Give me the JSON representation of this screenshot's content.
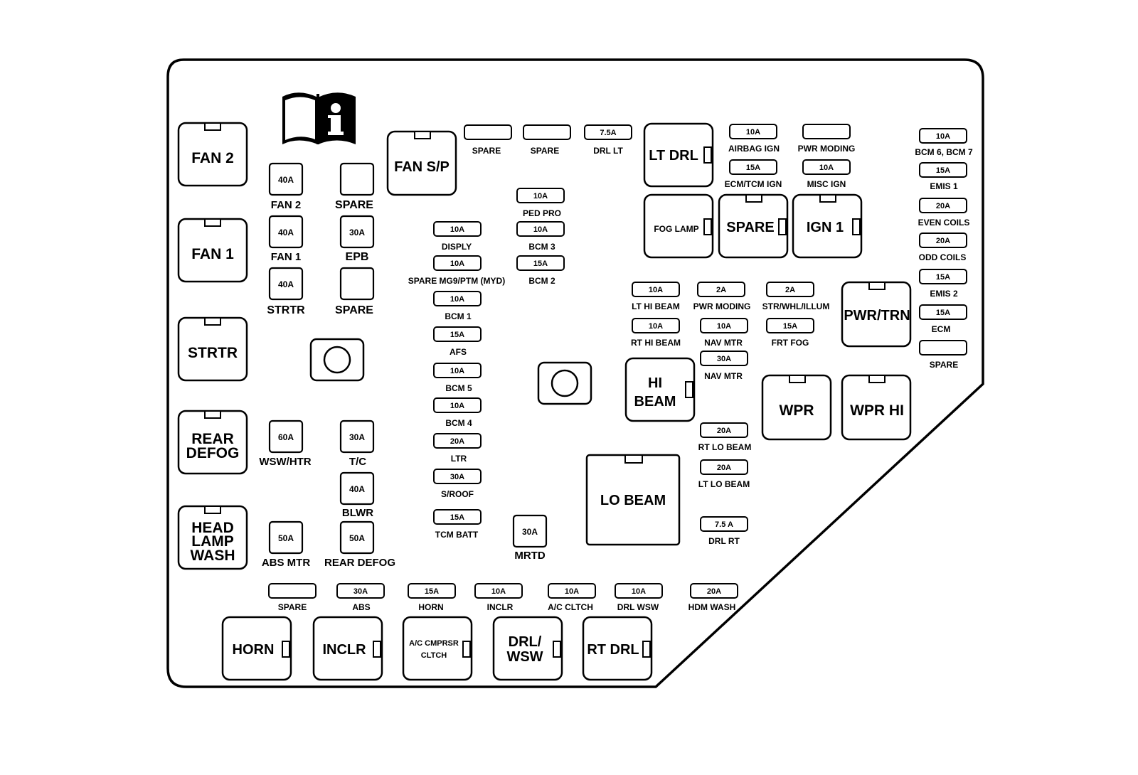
{
  "diagram": {
    "info_icon": "manual-info-icon",
    "big_relays": {
      "fan2": "FAN 2",
      "fan1": "FAN 1",
      "strtr": "STRTR",
      "rear_defog": [
        "REAR",
        "DEFOG"
      ],
      "head_lamp_wash": [
        "HEAD",
        "LAMP",
        "WASH"
      ],
      "fan_sp": "FAN S/P",
      "lt_drl": "LT DRL",
      "fog_lamp": "FOG LAMP",
      "spare": "SPARE",
      "ign1": "IGN 1",
      "pwr_trn": "PWR/TRN",
      "hi_beam": [
        "HI",
        "BEAM"
      ],
      "wpr": "WPR",
      "wpr_hi": "WPR HI",
      "lo_beam": "LO BEAM",
      "horn": "HORN",
      "inclr": "INCLR",
      "ac_cmprsr": [
        "A/C CMPRSR",
        "CLTCH"
      ],
      "drl_wsw": [
        "DRL/",
        "WSW"
      ],
      "rt_drl": "RT DRL"
    },
    "cartridge_fuses": [
      {
        "rating": "40A",
        "label": "FAN 2"
      },
      {
        "rating": "",
        "label": "SPARE"
      },
      {
        "rating": "40A",
        "label": "FAN 1"
      },
      {
        "rating": "30A",
        "label": "EPB"
      },
      {
        "rating": "40A",
        "label": "STRTR"
      },
      {
        "rating": "",
        "label": "SPARE"
      },
      {
        "rating": "60A",
        "label": "WSW/HTR"
      },
      {
        "rating": "30A",
        "label": "T/C"
      },
      {
        "rating": "40A",
        "label": "BLWR"
      },
      {
        "rating": "50A",
        "label": "ABS MTR"
      },
      {
        "rating": "50A",
        "label": "REAR DEFOG"
      },
      {
        "rating": "30A",
        "label": "MRTD"
      }
    ],
    "mini_fuses": [
      {
        "rating": "",
        "label": "SPARE"
      },
      {
        "rating": "",
        "label": "SPARE"
      },
      {
        "rating": "7.5A",
        "label": "DRL LT"
      },
      {
        "rating": "10A",
        "label": "PED PRO"
      },
      {
        "rating": "10A",
        "label": "BCM 3"
      },
      {
        "rating": "15A",
        "label": "BCM 2"
      },
      {
        "rating": "10A",
        "label": "DISPLY"
      },
      {
        "rating": "10A",
        "label": "SPARE MG9/PTM (MYD)"
      },
      {
        "rating": "10A",
        "label": "BCM 1"
      },
      {
        "rating": "15A",
        "label": "AFS"
      },
      {
        "rating": "10A",
        "label": "BCM 5"
      },
      {
        "rating": "10A",
        "label": "BCM 4"
      },
      {
        "rating": "20A",
        "label": "LTR"
      },
      {
        "rating": "30A",
        "label": "S/ROOF"
      },
      {
        "rating": "15A",
        "label": "TCM BATT"
      },
      {
        "rating": "10A",
        "label": "AIRBAG IGN"
      },
      {
        "rating": "",
        "label": "PWR MODING"
      },
      {
        "rating": "15A",
        "label": "ECM/TCM IGN"
      },
      {
        "rating": "10A",
        "label": "MISC IGN"
      },
      {
        "rating": "10A",
        "label": "BCM 6, BCM 7"
      },
      {
        "rating": "15A",
        "label": "EMIS 1"
      },
      {
        "rating": "20A",
        "label": "EVEN COILS"
      },
      {
        "rating": "20A",
        "label": "ODD COILS"
      },
      {
        "rating": "15A",
        "label": "EMIS 2"
      },
      {
        "rating": "15A",
        "label": "ECM"
      },
      {
        "rating": "",
        "label": "SPARE"
      },
      {
        "rating": "10A",
        "label": "LT HI BEAM"
      },
      {
        "rating": "2A",
        "label": "PWR MODING"
      },
      {
        "rating": "2A",
        "label": "STR/WHL/ILLUM"
      },
      {
        "rating": "10A",
        "label": "RT HI BEAM"
      },
      {
        "rating": "10A",
        "label": "NAV MTR"
      },
      {
        "rating": "15A",
        "label": "FRT FOG"
      },
      {
        "rating": "30A",
        "label": "NAV MTR"
      },
      {
        "rating": "20A",
        "label": "RT LO BEAM"
      },
      {
        "rating": "20A",
        "label": "LT LO BEAM"
      },
      {
        "rating": "7.5 A",
        "label": "DRL RT"
      },
      {
        "rating": "",
        "label": "SPARE"
      },
      {
        "rating": "30A",
        "label": "ABS"
      },
      {
        "rating": "15A",
        "label": "HORN"
      },
      {
        "rating": "10A",
        "label": "INCLR"
      },
      {
        "rating": "10A",
        "label": "A/C CLTCH"
      },
      {
        "rating": "10A",
        "label": "DRL WSW"
      },
      {
        "rating": "20A",
        "label": "HDM WASH"
      }
    ]
  }
}
